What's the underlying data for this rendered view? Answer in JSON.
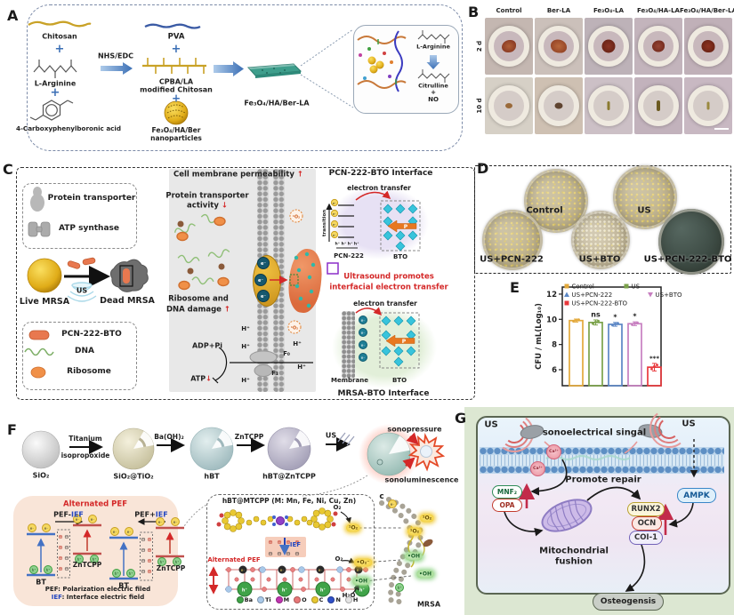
{
  "sym": {
    "e": "e⁻",
    "h": "h⁺",
    "hplus": "H⁺",
    "oplus": "⊕",
    "ominus": "⊖",
    "up": "↑",
    "down": "↓"
  },
  "panelA": {
    "label": "A",
    "chitosan": "Chitosan",
    "plus": "+",
    "l_arginine": "L-Arginine",
    "cpba": "4-Carboxyphenylboronic acid",
    "nhs_edc": "NHS/EDC",
    "pva": "PVA",
    "cpba_la": "CPBA/LA",
    "modified_chitosan": "modified Chitosan",
    "np1": "Fe₃O₄/HA/Ber",
    "np2": "nanoparticles",
    "product": "Fe₃O₄/HA/Ber-LA",
    "inset": {
      "arginine": "L-Arginine",
      "citrulline": "Citrulline",
      "plus": "+",
      "no": "NO"
    }
  },
  "panelB": {
    "label": "B",
    "columns": [
      "Control",
      "Ber-LA",
      "Fe₃O₄-LA",
      "Fe₃O₄/HA-LA",
      "Fe₃O₄/HA/Ber-LA"
    ],
    "row_labels": [
      "2 d",
      "10 d"
    ]
  },
  "panelC": {
    "label": "C",
    "protein_transporter": "Protein transporter",
    "atp_synthase": "ATP synthase",
    "live_mrsa": "Live MRSA",
    "dead_mrsa": "Dead MRSA",
    "us": "US",
    "pcn_bto": "PCN-222-BTO",
    "dna": "DNA",
    "ribosome": "Ribosome",
    "permeability": "Cell membrane permeability",
    "activity1": "Protein transporter",
    "activity2": "activity",
    "damage1": "Ribosome and",
    "damage2": "DNA damage",
    "adp": "ADP+Pi",
    "atp": "ATP",
    "f0": "F₀",
    "f1": "F₁",
    "singlet": "¹O₂",
    "top_interface": "PCN-222-BTO Interface",
    "electron_transfer": "electron transfer",
    "transition": "transition",
    "h_row": "h⁺ h⁺ h⁺ h⁺",
    "pcn": "PCN-222",
    "bto": "BTO",
    "p": "P",
    "ultra1": "Ultrasound promotes",
    "ultra2": "interfacial electron transfer",
    "membrane": "Membrane",
    "bottom_interface": "MRSA-BTO Interface"
  },
  "panelD": {
    "label": "D",
    "dish_labels": [
      "Control",
      "US",
      "US+PCN-222",
      "US+BTO",
      "US+PCN-222-BTO"
    ]
  },
  "panelE": {
    "label": "E"
  },
  "chart_data": {
    "type": "bar",
    "categories": [
      "Control",
      "US",
      "US+PCN-222",
      "US+BTO",
      "US+PCN-222-BTO"
    ],
    "values": [
      9.9,
      9.75,
      9.6,
      9.65,
      6.2
    ],
    "errors": [
      0.12,
      0.2,
      0.15,
      0.15,
      0.3
    ],
    "significance": [
      "",
      "ns",
      "*",
      "*",
      "***"
    ],
    "colors": [
      "#E3A93B",
      "#7BA24A",
      "#5C87C5",
      "#C77FC0",
      "#E8383C"
    ],
    "legend_markers": [
      "square",
      "square",
      "triangle",
      "triangle-down",
      "square"
    ],
    "title": "",
    "xlabel": "",
    "ylabel": "CFU / mL(Log₁₀)",
    "yticks": [
      6,
      8,
      10,
      12
    ],
    "ylim": [
      4.73,
      12.56
    ],
    "grid": false,
    "legend_position": "top-inside"
  },
  "panelF": {
    "label": "F",
    "sio2": "SiO₂",
    "arrow1a": "Titanium",
    "arrow1b": "isopropoxide",
    "sio2tio2": "SiO₂@TiO₂",
    "baoh2": "Ba(OH)₂",
    "hbt": "hBT",
    "zntcpp": "ZnTCPP",
    "hbt_zntcpp": "hBT@ZnTCPP",
    "us": "US",
    "sonopressure": "sonopressure",
    "sonoluminescence": "sonoluminescence",
    "pef": {
      "title": "Alternated PEF",
      "left_black": "PEF-",
      "left_blue": "IEF",
      "right_black": "PEF+",
      "right_blue": "IEF",
      "bt": "BT",
      "zntcpp": "ZnTCPP",
      "def1": "PEF: Polarization electric filed",
      "def2_blue": "IEF",
      "def2_black": ": Interface electric field"
    },
    "mtcpp": {
      "title": "hBT@MTCPP (M: Mn, Fe, Ni, Cu, Zn)",
      "ief": "IEF",
      "alt": "Alternated PEF",
      "o2": "O₂",
      "singlet": "¹O₂",
      "superoxide": "•O₂⁻",
      "h2o": "H₂O",
      "oh": "•OH",
      "atoms": [
        {
          "name": "Ba",
          "color": "#3FA348"
        },
        {
          "name": "Ti",
          "color": "#A9C9E9"
        },
        {
          "name": "M",
          "color": "#C035B0"
        },
        {
          "name": "O",
          "color": "#E87878"
        },
        {
          "name": "C",
          "color": "#E8C832"
        },
        {
          "name": "N",
          "color": "#3050C8"
        },
        {
          "name": "H",
          "color": "#E4E4E4"
        }
      ]
    },
    "c_label": "c",
    "mrsa": "MRSA",
    "singlet": "¹O₂",
    "oh": "•OH"
  },
  "panelG": {
    "label": "G",
    "us": "US",
    "signal": "sonoelectrical singal",
    "ca": "Ca²⁺",
    "promote": "Promote repair",
    "mnf2": "MNF₂",
    "opa": "OPA",
    "ampk": "AMPK",
    "runx2": "RUNX2",
    "ocn": "OCN",
    "col1": "COI-1",
    "mito1": "Mitochondrial",
    "mito2": "fushion",
    "osteo": "Osteogensis"
  }
}
